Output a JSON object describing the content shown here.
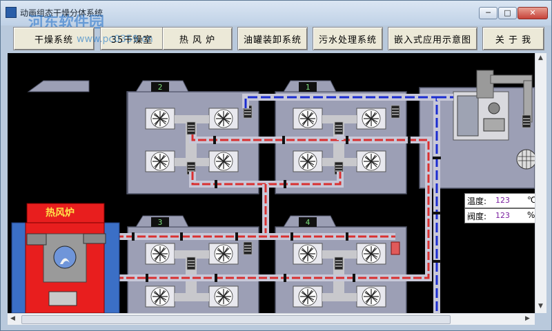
{
  "window": {
    "title": "动画组态干燥分体系统",
    "controls": {
      "minimize": "─",
      "maximize": "□",
      "close": "✕"
    }
  },
  "watermark": {
    "text": "河东软件园",
    "url": "www.pc0359.cn"
  },
  "menu": [
    "干燥系统",
    "35干燥室",
    "热 风 炉",
    "油罐装卸系统",
    "污水处理系统",
    "嵌入式应用示意图",
    "关 于 我"
  ],
  "chambers": [
    {
      "number": "2"
    },
    {
      "number": "1"
    },
    {
      "number": "3"
    },
    {
      "number": "4"
    }
  ],
  "furnace": {
    "label": "热风炉"
  },
  "readouts": {
    "temperature": {
      "label": "温度:",
      "value": "123",
      "unit": "℃"
    },
    "humidity": {
      "label": "阀度:",
      "value": "123",
      "unit": "%"
    }
  },
  "colors": {
    "chamber": "#9c9fb5",
    "chamber_border": "#4e5266",
    "fan_box": "#e8e8ee",
    "hot_pipe": "#d93030",
    "cold_pipe": "#1a2ccf",
    "furnace_red": "#e81e1e"
  }
}
